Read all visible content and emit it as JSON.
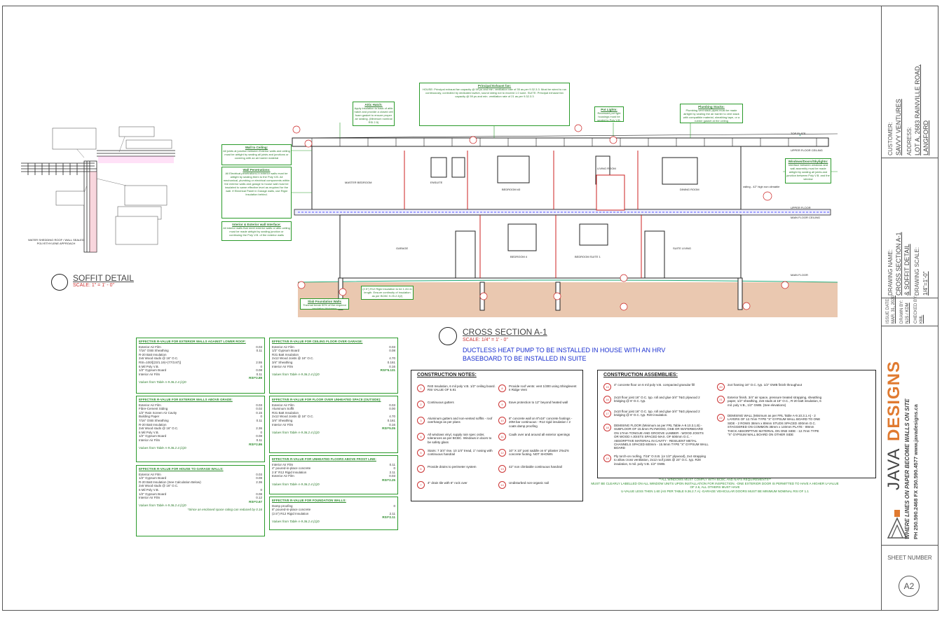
{
  "soffit": {
    "title": "SOFFIT DETAIL",
    "scale": "SCALE: 1\" = 1' - 0\"",
    "label": "WATER SHEDDING ROOF / WALL SEALED POLYETHYLENE APPROACH"
  },
  "section": {
    "title": "CROSS SECTION A-1",
    "scale": "SCALE: 1/4\" = 1' - 0\"",
    "note1": "DUCTLESS HEAT PUMP TO BE INSTALLED IN HOUSE WITH AN HRV",
    "note2": "BASEBOARD TO BE INSTALLED IN SUITE",
    "rooms": [
      "MASTER BEDROOM",
      "ENSUITE",
      "BEDROOM #3",
      "LIVING ROOM",
      "DINING ROOM",
      "GARAGE",
      "BEDROOM 4",
      "BEDROOM SUITE 1",
      "SUITE LIVING"
    ],
    "levels": [
      "TOP PLATE",
      "UPPER FLOOR CEILING",
      "UPPER FLOOR",
      "MAIN FLOOR CEILING",
      "MAIN FLOOR"
    ],
    "railing": "railing - 42\" high non climable"
  },
  "callouts": [
    {
      "title": "Principal Exhaust fan:",
      "body": "HOUSE: Principal exhaust fan capacity @ 59 ps and min. ventilation rate of 35 as per 9.32.3.3. Must be wired to run continuously, controlled by dedicated switch, sound rating not to exceed 1.0 sone. SUITE: Principal exhaust fan capacity @ 59 ps and min. ventilation rate of 21 as per 9.32.3.3"
    },
    {
      "title": "Attic Hatch:",
      "body": "Apply insulation to back of attic hatch and provide a closed cell foam gasket to ensure proper air sealing. (Minimum nominal RSI 2.5)"
    },
    {
      "title": "Pot Lights:",
      "body": "Recessed pot light housings must be sealed to Poly V.B."
    },
    {
      "title": "Plumbing Stacks:",
      "body": "Plumbing vent stack pipes must be made airtight by sealing the air barrier to vent stack with compatible material, sheathing tape, or a rubber gasket at the ceiling"
    },
    {
      "title": "Wall to Ceiling:",
      "body": "All joints at junction between Exterior walls and ceiling must be airtight by sealing all joists and junctions or covering with an air barrier material"
    },
    {
      "title": "Wall Penetrations:",
      "body": "All Electrical penetrations in exterior walls must be airtight by sealing them to the Poly V.B. All mechanical, plumbing or electrical components within the exterior walls and garage to house wall must be insulated to same effective level as required for the wall. If Electrical Panel in Garage walls, use Rigid Insulation behind."
    },
    {
      "title": "Interior & Exterior wall Interface:",
      "body": "All interior walls that meet exterior walls or attic ceiling must be made airtight by sealing junction or continuing the Poly V.B. of the exterior walls"
    },
    {
      "title": "Windows/Doors/Skylights:",
      "body": "Interface between windows and wall assembly must be made airtight by sealing all joints and junction between Poly V.B. and the window"
    },
    {
      "title": "Slab Foundation Walls",
      "body": "Thermal break 50% of the required insulation thickness"
    },
    {
      "title": "",
      "body": "(2.5\") R12 Rigid insulation to be 1.2m in length. Ensure continuity of insulation as per BCBC 9.25.2.3(2)"
    }
  ],
  "rvalues": [
    {
      "title": "EFFECTIVE R-VALUE FOR EXTERIOR WALLS AGAINST LOWER ROOF:",
      "rows": [
        [
          "Exterior Air Film",
          "0.03"
        ],
        [
          "7/16\" OSB Sheathing",
          "0.11"
        ],
        [
          "R-20 Batt Insulation",
          ""
        ],
        [
          "2x6 Wood studs @ 16\" O.C.",
          ""
        ],
        [
          "RSI=100/[(23/1.19)+(77/3.87)]",
          "2.55"
        ],
        [
          "6 Mil Poly V.B.",
          "0"
        ],
        [
          "1/2\" Gypsum Board",
          "0.08"
        ],
        [
          "Interior Air Film",
          "0.11"
        ]
      ],
      "rsi": "RSI=2.88",
      "src": "Values from Table A-9.36.2.4.(1)D"
    },
    {
      "title": "EFFECTIVE R-VALUE FOR EXTERIOR WALLS ABOVE GRADE:",
      "rows": [
        [
          "Exterior Air Film",
          "0.03"
        ],
        [
          "Fibre-Cement Siding",
          "0.02"
        ],
        [
          "1/2\" Rain Screen Air Cavity",
          "0.15"
        ],
        [
          "Building Paper",
          "0"
        ],
        [
          "7/16\" OSB Sheathing",
          "0.11"
        ],
        [
          "R-20 Batt Insulation",
          ""
        ],
        [
          "2x6 Wood studs @ 16\" O.C.",
          "2.36"
        ],
        [
          "6 Mil Poly V.B.",
          "0"
        ],
        [
          "1/2\" Gypsum Board",
          "0.08"
        ],
        [
          "Interior Air Film",
          "0.11"
        ]
      ],
      "rsi": "RSI=2.86",
      "src": "Values from Table A-9.36.2.4.(1)D"
    },
    {
      "title": "EFFECTIVE R-VALUE FOR HOUSE TO GARAGE WALLS:",
      "rows": [
        [
          "Exterior Air Film",
          "0.03"
        ],
        [
          "1/2\" Gypsum Board",
          "0.08"
        ],
        [
          "R-20 Batt Insulation (See Calculation Below)",
          "2.36"
        ],
        [
          "2x6 Wood studs @ 16\" O.C.",
          ""
        ],
        [
          "6 Mil Poly V.B.",
          "0"
        ],
        [
          "1/2\" Gypsum Board",
          "0.08"
        ],
        [
          "Interior Air Film",
          "0.12"
        ]
      ],
      "rsi": "RSI=2.67",
      "src": "Values from Table A-9.36.2.4.(1)D",
      "note": "*Since an enclosed space rating can reduced by 0.16"
    },
    {
      "title": "EFFECTIVE R-VALUE FOR CEILING FLOOR OVER GARAGE:",
      "rows": [
        [
          "Exterior Air Film",
          "0.03"
        ],
        [
          "1/2\" Gypsum Board",
          "0.08"
        ],
        [
          "R31 Batt Insulation",
          ""
        ],
        [
          "2x12 Wood Joists @ 16\" O.C.",
          "4.70"
        ],
        [
          "3/4\" Sheathing",
          "0.161"
        ],
        [
          "Interior Air Film",
          "0.16"
        ]
      ],
      "rsi": "RSI=5.131",
      "src": "Values from Table A-9.36.2.4.(1)D"
    },
    {
      "title": "EFFECTIVE R-VALUE FOR FLOOR OVER UNHEATED SPACE (OUTSIDE):",
      "rows": [
        [
          "Exterior Air Film",
          "0.03"
        ],
        [
          "Aluminum Soffit",
          "0.00"
        ],
        [
          "R31 Batt Insulation",
          ""
        ],
        [
          "2x12 Wood Joists @ 16\" O.C.",
          "4.70"
        ],
        [
          "3/4\" Sheathing",
          "0.161"
        ],
        [
          "Interior Air Film",
          "0.16"
        ]
      ],
      "rsi": "RSI=5.05",
      "src": "Values from Table A-9.36.2.4.(1)D"
    },
    {
      "title": "EFFECTIVE R-VALUE FOR UNHEATED FLOORS ABOVE FROST LINE:",
      "rows": [
        [
          "Interior Air Film",
          "0.11"
        ],
        [
          "4\" poured-in-place concrete",
          "0"
        ],
        [
          "2.5\" R12 Rigid Insulation",
          "2.11"
        ],
        [
          "Exterior Air Film",
          "0.03"
        ]
      ],
      "rsi": "RSI=2.25",
      "src": "Values from Table A-9.36.2.4.(1)D"
    },
    {
      "title": "EFFECTIVE R-VALUE FOR FOUNDATION WALLS:",
      "rows": [
        [
          "Damp proofing",
          "0"
        ],
        [
          "8\" poured-in-place concrete",
          ""
        ],
        [
          "(2.5\") R12 Rigid Insulation",
          "2.11"
        ]
      ],
      "rsi": "RSI=2.11",
      "src": "Values from Table A-9.36.2.4.(1)D"
    }
  ],
  "construction_notes": {
    "title": "CONSTRUCTION NOTES:",
    "items": [
      [
        "1",
        "R40 Insulation, 6 mil poly V.B. 1/2\" ceiling board. RSI VALUE OF 6.91"
      ],
      [
        "2",
        "Continuous gutters"
      ],
      [
        "3",
        "Aluminum gutters and non-vented soffits - roof overhangs as per plans"
      ],
      [
        "4",
        "All windows vinyl, supply rain spec order, tolerances as per BCBC. Windows in doors to be safety glass"
      ],
      [
        "5",
        "Stairs: 7 3/4\" rise, 10 1/4\" tread, 1\" nosing with continuous handrail"
      ],
      [
        "6",
        "Provide drains to perimeter system"
      ],
      [
        "7",
        "4\" drain tile with 6\" rock over"
      ],
      [
        "8",
        "Provide roof vents: vent 1/300 using Shinglevent II Ridge Vent"
      ],
      [
        "9",
        "Eave protection to 12\" beyond heated wall"
      ],
      [
        "10",
        "8\" concrete wall on 8\"x16\" concrete footings - 20M bar continuous - R12 rigid insulation / 2 coats damp proofing"
      ],
      [
        "11",
        "Caulk over and around all exterior openings"
      ],
      [
        "12",
        "10\" X 10\" post saddle on 6\" pilaster 2'6x2'6 concrete footing. NOT SHOWN"
      ],
      [
        "13",
        "42\" non climbable continuous handrail"
      ],
      [
        "14",
        "Undisturbed non-organic soil"
      ]
    ]
  },
  "construction_assemblies": {
    "title": "CONSTRUCTION ASSEMBLIES:",
    "items": [
      [
        "15",
        "4\" concrete floor on 6 mil poly V.B. compacted granular fill"
      ],
      [
        "16",
        "2x10 floor joist 16\" O.C. typ. roll and glue 3/4\" T&G plywood 2 bridging @ 8' O.C. typ."
      ],
      [
        "17",
        "2x10 floor joist 16\" O.C. typ. roll and glue 3/4\" T&G plywood 2 bridging @ 8' O.C. typ. R40 insulation."
      ],
      [
        "18",
        "DEMISING FLOOR (Minimum as per FRL Table A-9.10.3.1.B) - SUBFLOOR OF 15.5mm PLYWOOD, OSB OR WAFERBOARD ON 17mm TONGUE AND GROOVE LUMBER - WOOD JOISTS OR WOOD I-JOISTS SPACED MAX. OF 600mm O.C. - ABSORPTIVE MATERIAL IN CAVITY - RESILIENT METAL CHANNELS SPACED 600mm - 15.9mm TYPE \"X\" GYPSUM WALL BOARD"
      ],
      [
        "19",
        "Ply torch-on roofing, 7/16\" O.S.B. (or 1/2\" plywood), 2x4 strapping to allow cross ventilation, 2x12 roof joists @ 24\" O.C. typ. R28 insulation, 6 mil. poly V.B. 1/2\" GWB."
      ],
      [
        "20",
        "2x4 framing 16\" O.C. typ. 1/2\" GWB finish throughout"
      ],
      [
        "21",
        "Exterior finish, 3/4\" air space, pressure treated strapping, sheathing paper, 1/2\" sheathing, 2x6 studs at 16\" O.C., R-20 batt insulation, 6 mil. poly V.B., 1/2\" GWB. (See elevations)"
      ],
      [
        "22",
        "DEMISING WALL (Minimum as per FRL Table A-9.10.3.1.A) - 2 LAYERS OF 12.7mm TYPE \"X\" GYPSUM WALL BOARD TO ONE SIDE - 2 ROWS 38mm x 89mm STUDS SPACED 400mm O.C. STAGGERED ON COMMON 38mm x 140mm PLATE - 89mm THICK ABSORPTIVE MATERIAL ON ONE SIDE - 12.7mm TYPE \"X\" GYPSUM WALL BOARD ON OTHER SIDE"
      ]
    ]
  },
  "window_note": {
    "line1": "**ALL WINDOWS MUST COMPLY WITH BCBC AND NAFS REQUIREMENTS**",
    "line2": "MUST BE CLEARLY LABELLED ON ALL WINDOW UNITS UPON INSTALLATION FOR INSPECTION. -ONE EXTERIOR DOOR IS PERMITTED TO HAVE A HIGHER U-VALUE OF 2.6, ALL OTHERS MUST HAVE",
    "line3": "U-VALUE LESS THEN 1.60 (AS PER TABLE 9.36.2.7.A) -GARAGE VEHICULAR DOORS MUST BE MINIMUM NOMINAL RSI OF 1.1"
  },
  "title_block": {
    "customer_label": "CUSTOMER:",
    "customer": "SAVVY VENTURES",
    "address_label": "ADDRESS:",
    "address1": "LOT A, 2683 RAINVILLE ROAD,",
    "address2": "LANGFORD",
    "drawing_name_label": "DRAWING NAME:",
    "drawing_name1": "CROSS SECTION A-1",
    "drawing_name2": "& SOFFIT DETAIL",
    "drawing_scale_label": "DRAWING SCALE:",
    "drawing_scale": "1/4\"=1'-0\"",
    "issue_date_label": "ISSUE DATE:",
    "issue_date": "MAR. 31, 2020",
    "drawn_by_label": "DRAWN BY:",
    "drawn_by": "NJS / KDM",
    "checked_by_label": "CHECKED BY:",
    "checked_by": "KML",
    "company1": "JAVA",
    "company2": "DESIGNS",
    "tagline": "WHERE LINES ON PAPER BECOME WALLS ON SITE",
    "contact": "PH 250.590.2468  FX 250.590.4577  www.javadesigns.ca",
    "sheet_number_label": "SHEET NUMBER",
    "sheet_number": "A2"
  },
  "colors": {
    "green": "#2a9a2a",
    "red": "#cc2222",
    "blue": "#1a2fd0",
    "orange": "#e07a30",
    "soil": "#d99a70"
  }
}
